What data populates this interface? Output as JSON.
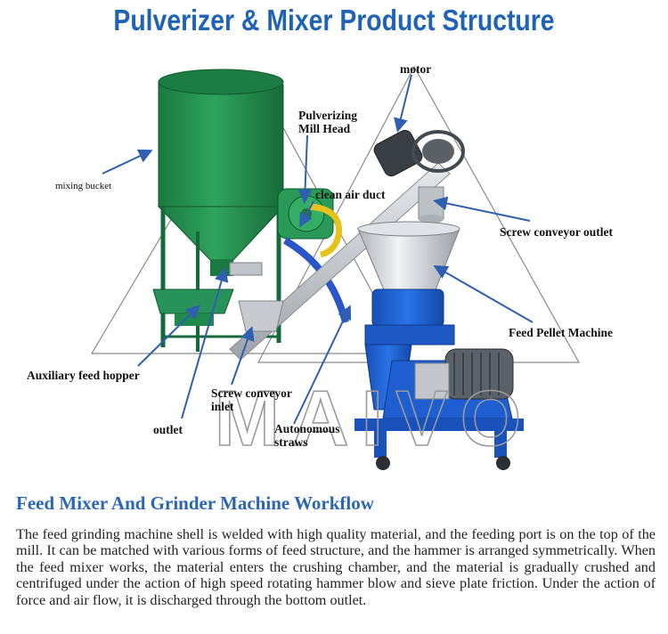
{
  "header": {
    "title": "Pulverizer & Mixer Product Structure"
  },
  "diagram": {
    "watermark": "MAIVO",
    "labels": {
      "motor": "motor",
      "pulverizing_head_line1": "Pulverizing",
      "pulverizing_head_line2": "Mill Head",
      "mixing_bucket": "mixing bucket",
      "clean_air_duct": "clean air duct",
      "screw_conveyor_outlet": "Screw conveyor outlet",
      "feed_pellet_machine": "Feed Pellet Machine",
      "auxiliary_feed_hopper": "Auxiliary feed hopper",
      "screw_conveyor_inlet_line1": "Screw conveyor",
      "screw_conveyor_inlet_line2": "inlet",
      "outlet": "outlet",
      "autonomous_straws_line1": "Autonomous",
      "autonomous_straws_line2": "straws"
    },
    "colors": {
      "arrow": "#2f5fb0",
      "bucket_green": "#1f8a4c",
      "pellet_blue": "#1c5fd0",
      "steel": "#c9cdd2"
    }
  },
  "workflow": {
    "heading": "Feed Mixer And Grinder Machine Workflow",
    "paragraph": "The feed grinding machine shell is welded with high quality material, and the feeding port is on the top of the mill. It can be matched with various forms of feed structure, and the hammer is arranged symmetrically. When the feed mixer works, the material enters the crushing chamber, and the material is gradually crushed and centrifuged under the action of high speed rotating hammer blow and sieve plate friction. Under the action of force and air flow, it is discharged through the bottom outlet."
  }
}
